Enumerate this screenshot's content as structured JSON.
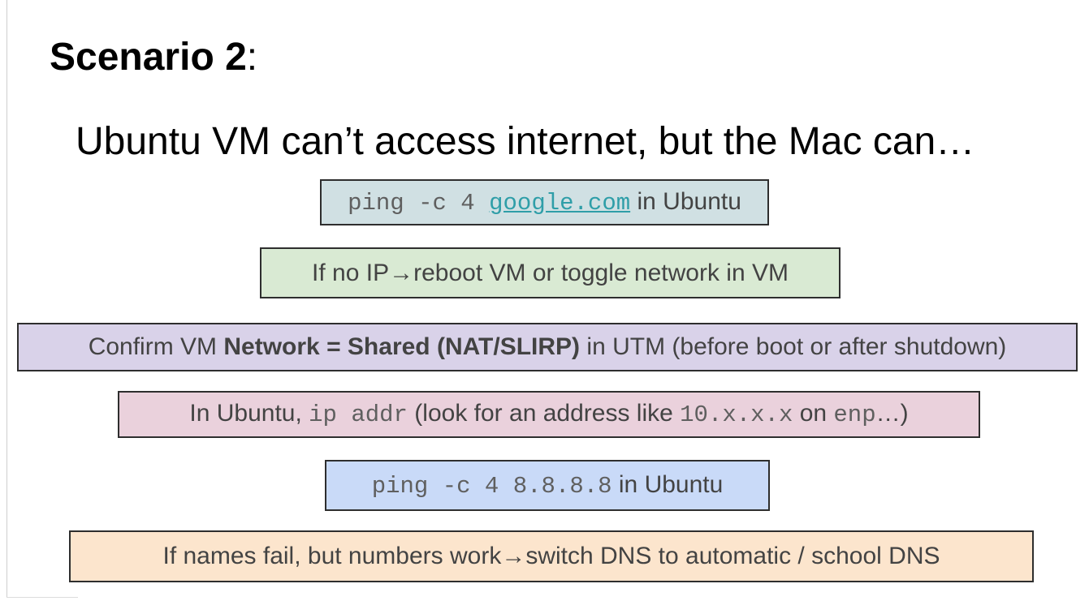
{
  "slide": {
    "title": {
      "bold": "Scenario 2",
      "suffix": ":"
    },
    "subtitle": "Ubuntu VM can’t access internet, but the Mac can…"
  },
  "colors": {
    "box_ping_google_bg": "#d0e0e3",
    "box_no_ip_bg": "#d9ead3",
    "box_confirm_network_bg": "#d9d2e9",
    "box_ip_addr_bg": "#ead1dc",
    "box_ping_ip_bg": "#c9daf8",
    "box_dns_bg": "#fce5cd",
    "box_border": "#2e2e2e",
    "body_text": "#434343",
    "mono_text": "#5f5f5f",
    "link_text": "#2f9ea8"
  },
  "steps": {
    "ping_google": {
      "command": "ping -c 4 ",
      "link": "google.com",
      "suffix": " in Ubuntu"
    },
    "no_ip": {
      "text": "If no IP→reboot VM or toggle network in VM"
    },
    "confirm_network": {
      "prefix": "Confirm VM ",
      "bold": "Network = Shared (NAT/SLIRP)",
      "suffix": " in UTM (before boot or after shutdown)"
    },
    "ip_addr": {
      "prefix": "In Ubuntu, ",
      "command1": "ip addr",
      "mid1": " (look for an address like ",
      "command2": "10.x.x.x",
      "mid2": " on ",
      "command3": "enp",
      "suffix": "…)"
    },
    "ping_ip": {
      "command": "ping -c 4 8.8.8.8",
      "suffix": " in Ubuntu"
    },
    "dns": {
      "text": "If names fail, but numbers work→switch DNS to automatic / school DNS"
    }
  }
}
